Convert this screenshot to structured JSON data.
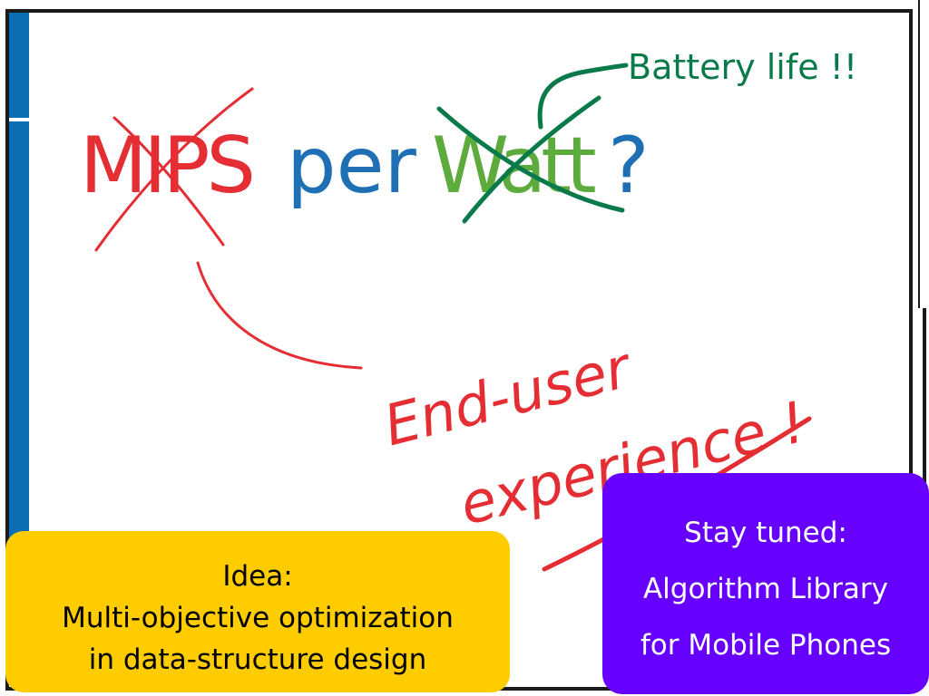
{
  "title": {
    "word_1": "MIPS",
    "word_2": "per",
    "word_3": "Watt",
    "word_4": "?"
  },
  "annotations": {
    "battery": "Battery life !!",
    "handwriting_line_1": "End-user",
    "handwriting_line_2": "experience !"
  },
  "idea_box": {
    "line_1": "Idea:",
    "line_2": "Multi-objective optimization",
    "line_3": "in data-structure design"
  },
  "tuned_box": {
    "line_1": "Stay tuned:",
    "line_2": "Algorithm Library",
    "line_3": "for Mobile Phones"
  },
  "colors": {
    "mips": "#e52d34",
    "per": "#1f6fb4",
    "watt": "#5dab3c",
    "battery_ink": "#0a7a4a",
    "red_ink": "#e52d34",
    "idea_box": "#ffcc00",
    "tuned_box": "#6600ff",
    "left_bar": "#0a6fb3"
  }
}
